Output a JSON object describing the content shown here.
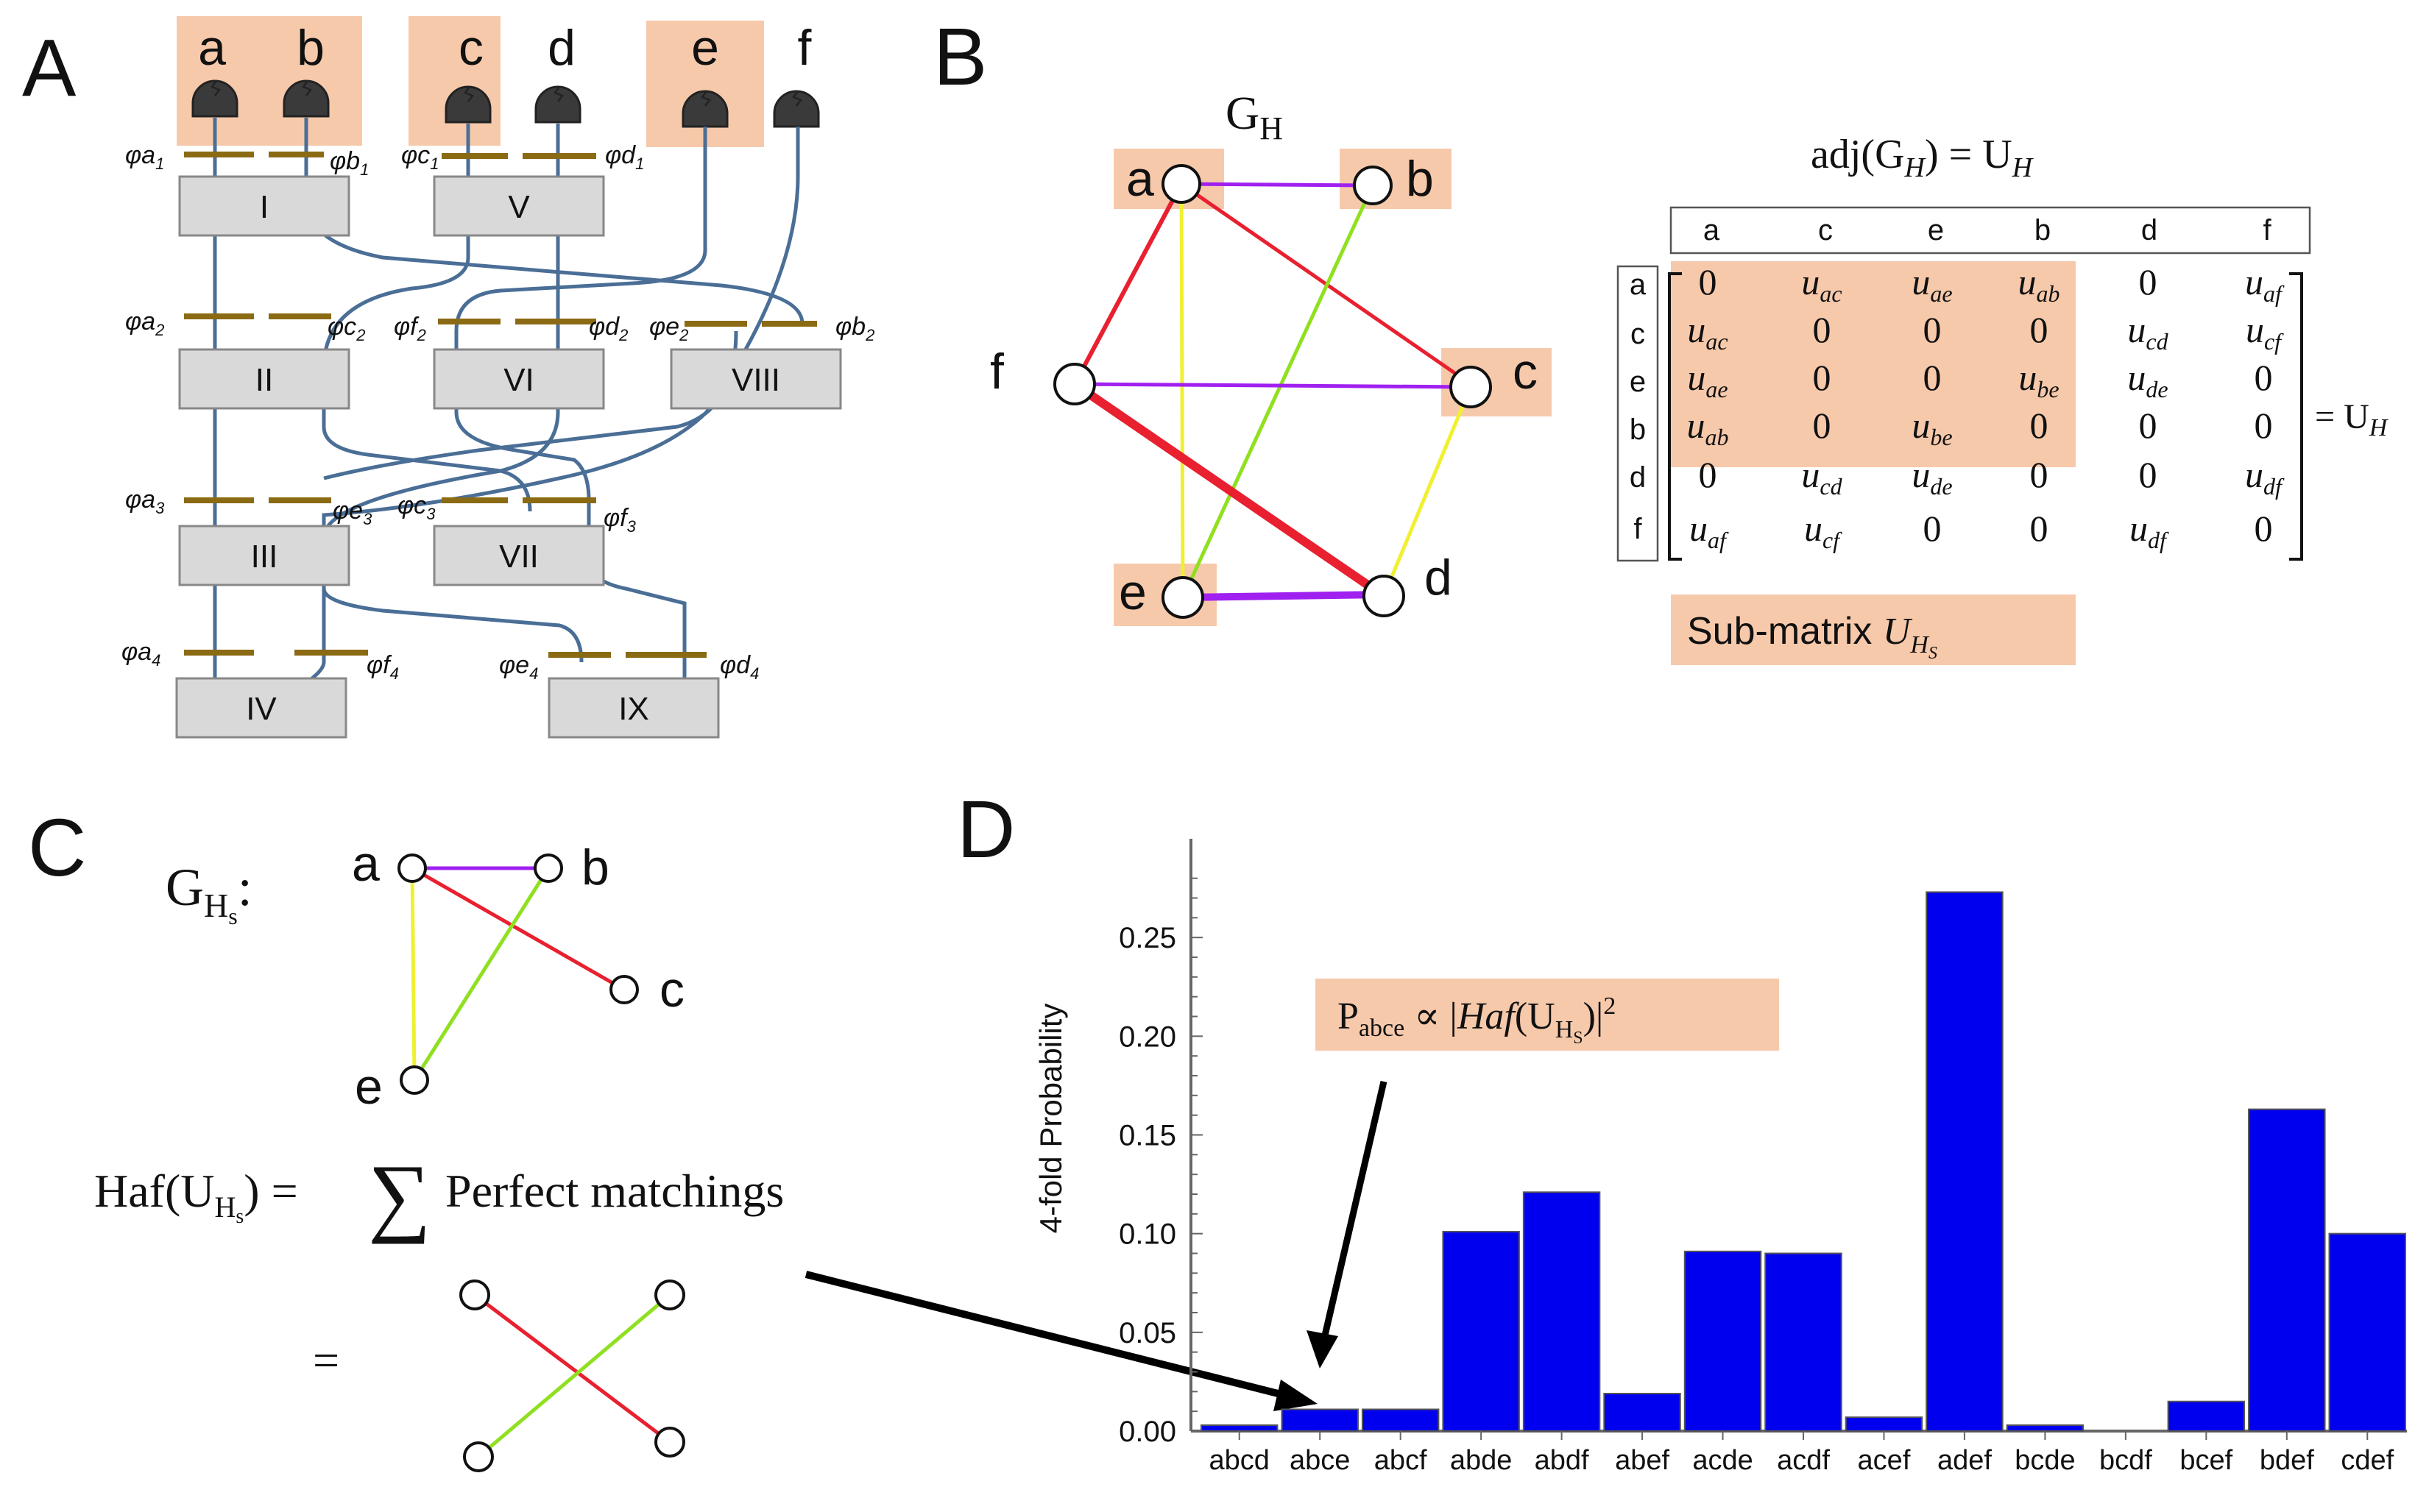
{
  "panels": {
    "A": {
      "letter": "A",
      "modes": [
        "a",
        "b",
        "c",
        "d",
        "e",
        "f"
      ],
      "highlighted_mode_groups": [
        [
          "a",
          "b"
        ],
        [
          "c"
        ],
        [
          "e"
        ]
      ],
      "boxes": [
        "I",
        "V",
        "II",
        "VI",
        "VIII",
        "III",
        "VII",
        "IV",
        "IX"
      ],
      "phases": {
        "r1": [
          "φa",
          "1",
          "φb",
          "1",
          "φc",
          "1",
          "φd",
          "1"
        ],
        "r2": [
          "φa",
          "2",
          "φc",
          "2",
          "φf",
          "2",
          "φd",
          "2",
          "φe",
          "2",
          "φb",
          "2"
        ],
        "r3": [
          "φa",
          "3",
          "φe",
          "3",
          "φc",
          "3",
          "φf",
          "3"
        ],
        "r4": [
          "φa",
          "4",
          "φf",
          "4",
          "φe",
          "4",
          "φd",
          "4"
        ]
      }
    },
    "B": {
      "letter": "B",
      "graph_title_main": "G",
      "graph_title_sub": "H",
      "nodes": [
        "a",
        "b",
        "c",
        "d",
        "e",
        "f"
      ],
      "edge_colors": {
        "red": "#e8202f",
        "purple": "#a020f0",
        "yellow": "#f0f030",
        "green": "#90e020"
      },
      "matrix_title": {
        "pre": "adj(G",
        "sub1": "H",
        "mid": ") = U",
        "sub2": "H"
      },
      "col_headers": [
        "a",
        "c",
        "e",
        "b",
        "d",
        "f"
      ],
      "row_headers": [
        "a",
        "c",
        "e",
        "b",
        "d",
        "f"
      ],
      "cells": [
        [
          [
            "0",
            ""
          ],
          [
            "u",
            "ac"
          ],
          [
            "u",
            "ae"
          ],
          [
            "u",
            "ab"
          ],
          [
            "0",
            ""
          ],
          [
            "u",
            "af"
          ]
        ],
        [
          [
            "u",
            "ac"
          ],
          [
            "0",
            ""
          ],
          [
            "0",
            ""
          ],
          [
            "0",
            ""
          ],
          [
            "u",
            "cd"
          ],
          [
            "u",
            "cf"
          ]
        ],
        [
          [
            "u",
            "ae"
          ],
          [
            "0",
            ""
          ],
          [
            "0",
            ""
          ],
          [
            "u",
            "be"
          ],
          [
            "u",
            "de"
          ],
          [
            "0",
            ""
          ]
        ],
        [
          [
            "u",
            "ab"
          ],
          [
            "0",
            ""
          ],
          [
            "u",
            "be"
          ],
          [
            "0",
            ""
          ],
          [
            "0",
            ""
          ],
          [
            "0",
            ""
          ]
        ],
        [
          [
            "0",
            ""
          ],
          [
            "u",
            "cd"
          ],
          [
            "u",
            "de"
          ],
          [
            "0",
            ""
          ],
          [
            "0",
            ""
          ],
          [
            "u",
            "df"
          ]
        ],
        [
          [
            "u",
            "af"
          ],
          [
            "u",
            "cf"
          ],
          [
            "0",
            ""
          ],
          [
            "0",
            ""
          ],
          [
            "u",
            "df"
          ],
          [
            "0",
            ""
          ]
        ]
      ],
      "equals_label": {
        "pre": "= U",
        "sub": "H"
      },
      "submatrix_label": {
        "pre": "Sub-matrix ",
        "u": "U",
        "sub": "H",
        "subsub": "S"
      },
      "highlight_color": "#f7c9ab"
    },
    "C": {
      "letter": "C",
      "graph_label": {
        "main": "G",
        "sub": "H",
        "subsub": "s",
        "colon": ":"
      },
      "nodes": [
        "a",
        "b",
        "c",
        "e"
      ],
      "haf_left": {
        "pre": "Haf(U",
        "sub": "H",
        "subsub": "s",
        "post": ") ="
      },
      "sum_symbol": "∑",
      "haf_right": "Perfect matchings",
      "equals": "="
    },
    "D": {
      "letter": "D",
      "annotation": {
        "p": "P",
        "psub": "abce",
        "mid": " ∝ |",
        "haf": "Haf",
        "u": "(U",
        "sub": "H",
        "subsub": "S",
        "end": ")|",
        "sup": "2"
      }
    }
  },
  "chart_data": {
    "type": "bar",
    "title": "",
    "xlabel": "",
    "ylabel": "4-fold  Probability",
    "categories": [
      "abcd",
      "abce",
      "abcf",
      "abde",
      "abdf",
      "abef",
      "acde",
      "acdf",
      "acef",
      "adef",
      "bcde",
      "bcdf",
      "bcef",
      "bdef",
      "cdef"
    ],
    "values": [
      0.003,
      0.011,
      0.011,
      0.101,
      0.121,
      0.019,
      0.091,
      0.09,
      0.007,
      0.273,
      0.003,
      0.0,
      0.015,
      0.163,
      0.1
    ],
    "yticks": [
      "0.00",
      "0.05",
      "0.10",
      "0.15",
      "0.20",
      "0.25"
    ],
    "ylim": [
      0,
      0.3
    ],
    "bar_color": "#0000ee",
    "grid": false
  }
}
